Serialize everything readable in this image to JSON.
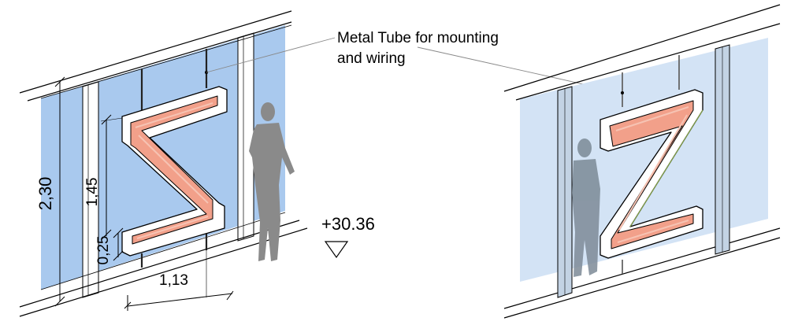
{
  "annotation": {
    "line1": "Metal Tube for mounting",
    "line2": "and wiring"
  },
  "level_mark": "+30.36",
  "dimensions": {
    "total_height": "2,30",
    "letter_height": "1,45",
    "bottom_offset": "0,25",
    "letter_width": "1,13"
  },
  "colors": {
    "glass_left": "#a9c9ee",
    "glass_right": "#d3e3f5",
    "neon": "#f2a08a",
    "neon_core": "#f6c3b3",
    "figure_left": "#8a8a8a",
    "figure_right": "#7c8a96"
  }
}
